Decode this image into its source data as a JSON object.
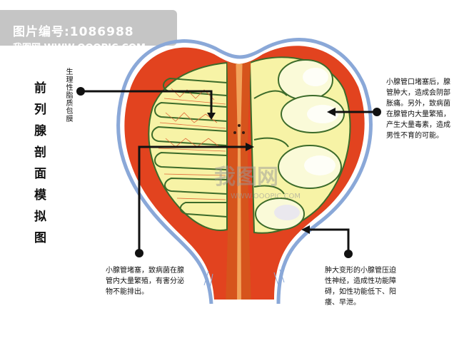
{
  "watermark": {
    "line1": "图片编号:1086988",
    "line2": "我图网 WWW.OOOPIC.COM",
    "center": "我图网",
    "center_url": "WWW.OOOPIC.COM"
  },
  "title": "前列腺剖面模拟图",
  "labels": {
    "capsule": "生理性脂质包膜",
    "right_note": "小腺管口堵塞后，腺管肿大，造成会阴部胀痛。另外，致病菌在腺管内大量繁殖，产生大量毒素，造成男性不育的可能。",
    "bottom_left_note": "小腺管堵塞，致病菌在腺管内大量繁殖，有害分泌物不能排出。",
    "bottom_right_note": "肿大变形的小腺管压迫性神经，造成性功能障碍，如性功能低下、阳痿、早泄。"
  },
  "colors": {
    "outer_tissue": "#e2431f",
    "urethra": "#d6541c",
    "gland_fill": "#f7f3a6",
    "cyst_fill": "#fafad8",
    "capsule_edge": "#8aa8d8",
    "pointer": "#111111"
  }
}
